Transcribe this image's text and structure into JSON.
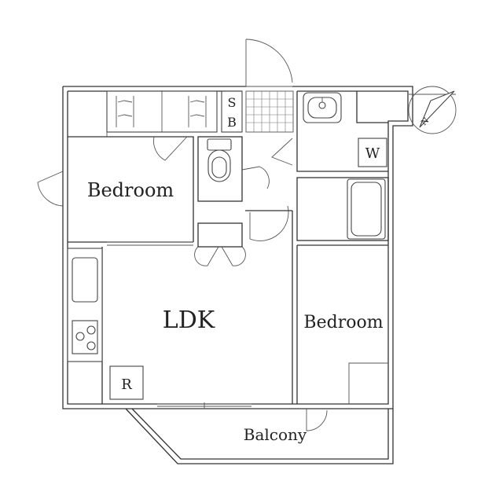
{
  "rooms": {
    "bedroom_left": "Bedroom",
    "ldk": "LDK",
    "bedroom_right": "Bedroom",
    "balcony": "Balcony"
  },
  "marks": {
    "shoebox_s": "S",
    "shoebox_b": "B",
    "washer": "W",
    "refrigerator": "R"
  },
  "compass": {
    "north_symbol": "N-icon"
  }
}
